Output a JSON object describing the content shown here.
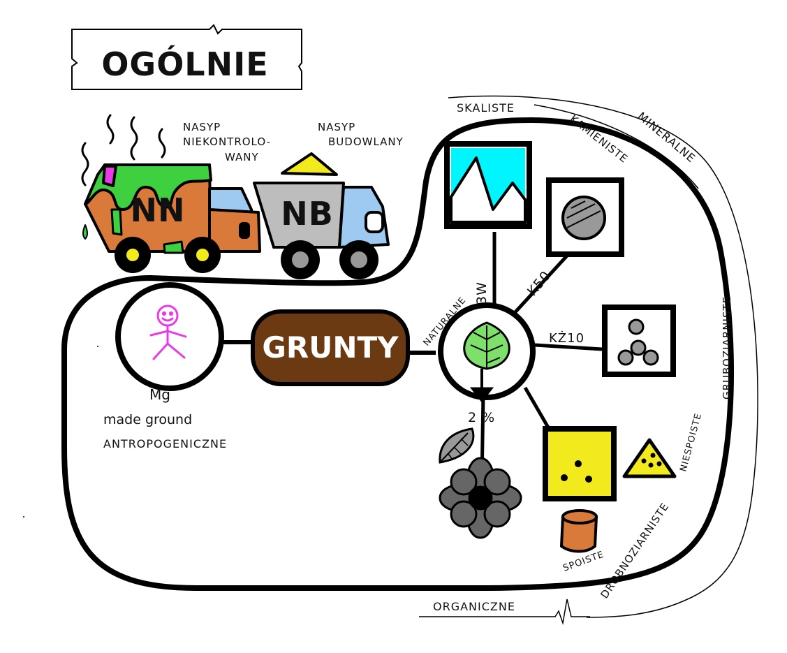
{
  "title": "OGÓLNIE",
  "center": {
    "label": "GRUNTY"
  },
  "anthropogenic": {
    "symbol": "Mg",
    "english": "made ground",
    "name": "ANTROPOGENICZNE",
    "truck_nn": {
      "badge": "NN",
      "caption_lines": [
        "NASYP",
        "NIEKONTROLO-",
        "WANY"
      ]
    },
    "truck_nb": {
      "badge": "NB",
      "caption_lines": [
        "NASYP",
        "BUDOWLANY"
      ]
    }
  },
  "natural": {
    "label": "NATURALNE",
    "mineral_label": "MINERALNE",
    "organic_label": "ORGANICZNE",
    "organic_threshold": "2 %",
    "rocky": {
      "label": "SKALISTE",
      "code": "3W"
    },
    "stony": {
      "label": "KAMIENISTE",
      "code": "K50"
    },
    "coarse": {
      "label": "GRUBOZIARNISTE",
      "code": "KŻ10"
    },
    "fine": {
      "label": "DROBNOZIARNISTE",
      "cohesive": "SPOISTE",
      "noncohesive": "NIESPOISTE"
    }
  },
  "colors": {
    "outline": "#000000",
    "grunty_brown": "#6b3a12",
    "grunty_text": "#ffffff",
    "leaf_green": "#7ee06a",
    "stick_figure": "#e83be8",
    "nn_truck": "#d97a3a",
    "nn_slime": "#3fd040",
    "nb_truck": "#bdbdbd",
    "cab_blue": "#9ec9f0",
    "sky_cyan": "#00f5ff",
    "pebble_grey": "#999999",
    "sand_yellow": "#f2ea1c",
    "clay_orange": "#d97a3a",
    "flower_grey": "#666666"
  }
}
